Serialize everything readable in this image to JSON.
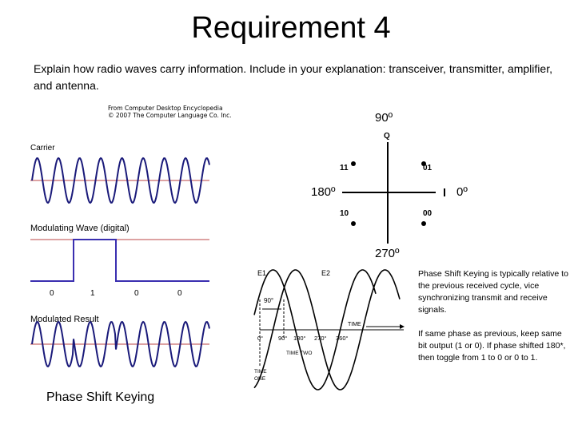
{
  "slide": {
    "title": "Requirement 4",
    "subtitle": "Explain how radio waves carry information. Include in your explanation: transceiver, transmitter, amplifier, and antenna.",
    "credit_line1": "From Computer Desktop Encyclopedia",
    "credit_line2": "© 2007 The Computer Language Co. Inc.",
    "footer_label": "Phase Shift Keying"
  },
  "waves": {
    "carrier_label": "Carrier",
    "modulating_label": "Modulating Wave (digital)",
    "modulated_label": "Modulated Result",
    "bits": [
      "0",
      "1",
      "0",
      "0"
    ]
  },
  "constellation": {
    "axis_q": "Q",
    "axis_i": "I",
    "deg_90": "90º",
    "deg_0": "0º",
    "deg_180": "180º",
    "deg_270": "270º",
    "points": [
      "11",
      "01",
      "10",
      "00"
    ]
  },
  "phase_diagram": {
    "e1": "E1",
    "e2": "E2",
    "deg_90": "90°",
    "deg_0": "0°",
    "deg_90b": "90°",
    "deg_180": "180°",
    "deg_270": "270°",
    "deg_360": "360°",
    "time": "TIME",
    "time_two": "TIME TWO",
    "time_one": "TIME ONE"
  },
  "notes": {
    "para1": "Phase Shift Keying is typically relative to the previous received cycle, vice synchronizing transmit and receive signals.",
    "para2": "If same phase as previous, keep same bit output (1 or 0).  If phase shifted 180*, then toggle from 1 to 0 or 0 to 1."
  },
  "colors": {
    "wave": "#1a1a7a",
    "axis": "#b44",
    "digital": "#3a2fb0"
  }
}
